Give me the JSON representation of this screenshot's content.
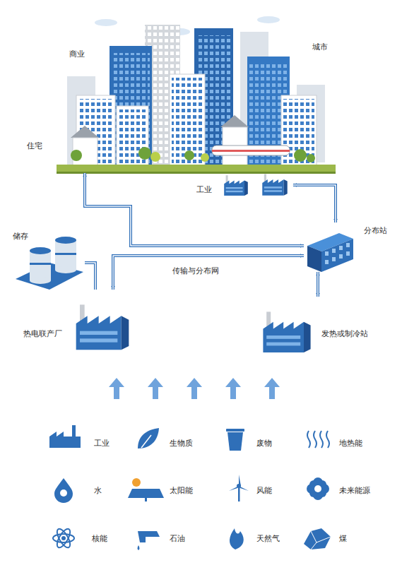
{
  "diagram": {
    "nodes": [
      {
        "text": [
          "商业",
          "城市",
          "住宅"
        ]
      },
      {
        "text": [
          "工业"
        ]
      },
      {
        "text": [
          "分布站"
        ]
      },
      {
        "text": [
          "储存"
        ]
      },
      {
        "text": [
          "热电联产厂"
        ]
      },
      {
        "text": [
          "发热或制冷站"
        ]
      }
    ],
    "edges": [
      {
        "from": 0,
        "to": 2,
        "arrow": "both"
      },
      {
        "from": 1,
        "to": 2,
        "arrow": "both"
      },
      {
        "from": 4,
        "to": 2,
        "label": "传输与分布网",
        "arrow": "both"
      },
      {
        "from": 3,
        "to": 4,
        "arrow": "none"
      },
      {
        "from": 5,
        "to": 2,
        "arrow": "both"
      }
    ],
    "labels": [
      "工业",
      "生物质",
      "废物",
      "地热能",
      "水",
      "太阳能",
      "风能",
      "未来能源",
      "核能",
      "石油",
      "天然气",
      "煤"
    ]
  }
}
